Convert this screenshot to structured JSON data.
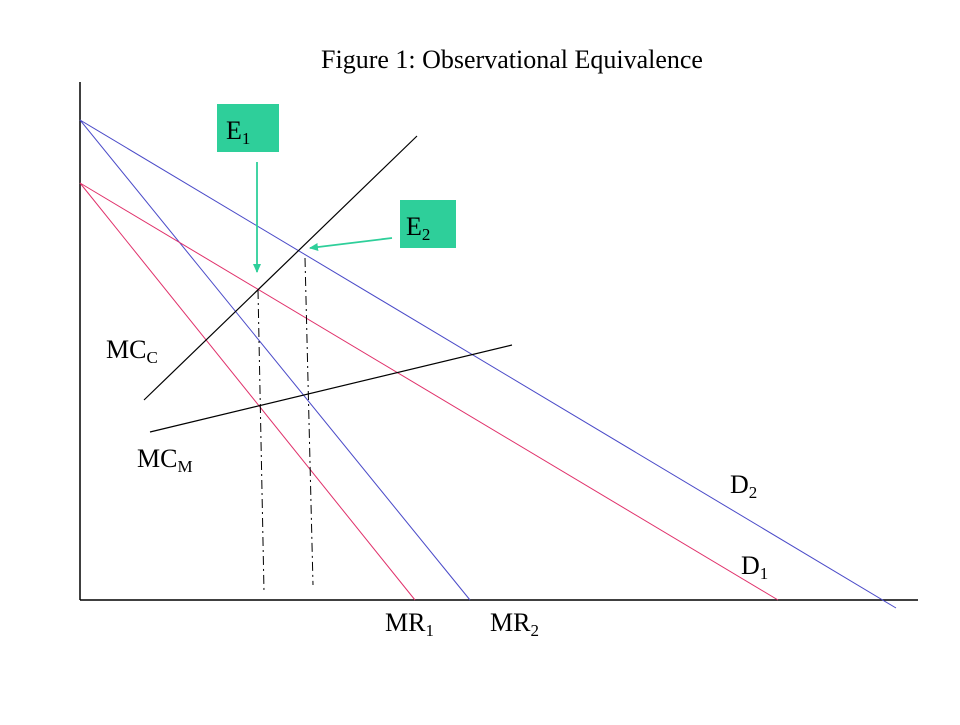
{
  "title": "Figure 1:  Observational Equivalence",
  "colors": {
    "axis": "#000000",
    "demand_mr_2": "#4a4ac8",
    "demand_mr_1": "#e0306a",
    "mc": "#000000",
    "label_box": "#2ecf9a",
    "arrow": "#2ecf9a",
    "dropline": "#000000"
  },
  "labels": {
    "e1": {
      "base": "E",
      "sub": "1"
    },
    "e2": {
      "base": "E",
      "sub": "2"
    },
    "mc_c": {
      "base": "MC",
      "sub": "C"
    },
    "mc_m": {
      "base": "MC",
      "sub": "M"
    },
    "d1": {
      "base": "D",
      "sub": "1"
    },
    "d2": {
      "base": "D",
      "sub": "2"
    },
    "mr1": {
      "base": "MR",
      "sub": "1"
    },
    "mr2": {
      "base": "MR",
      "sub": "2"
    }
  }
}
